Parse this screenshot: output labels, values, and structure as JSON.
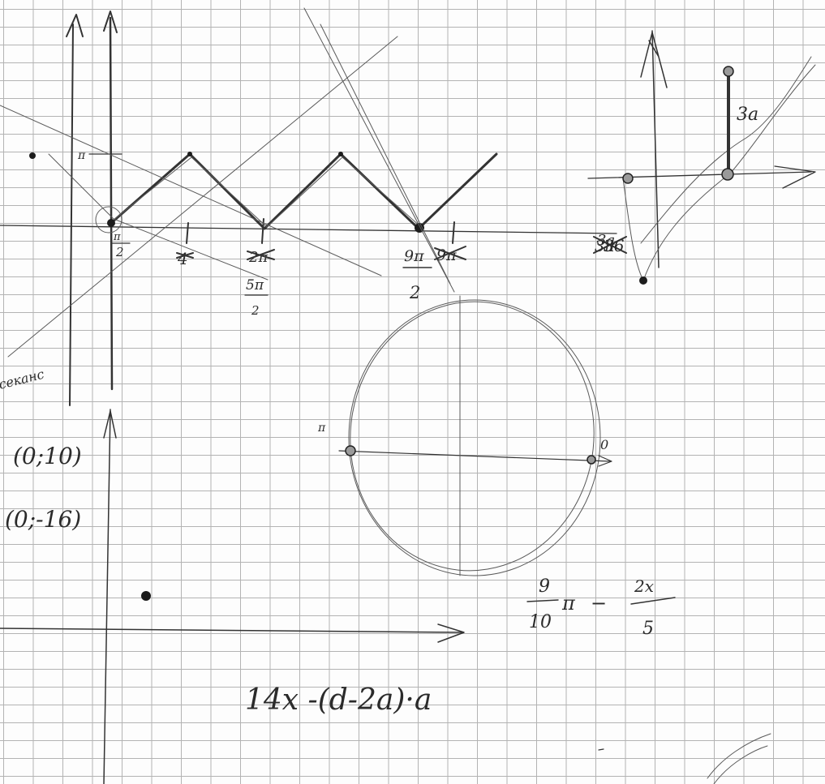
{
  "sheet": {
    "left_graph": {
      "y_tick": "π",
      "x_ticks": [
        {
          "num": "π",
          "den": "2"
        },
        {
          "num": "5π",
          "den": "2"
        },
        {
          "num": "9π",
          "den": "2"
        }
      ],
      "struck_labels": [
        "4",
        "2π",
        "9π",
        "3π"
      ],
      "margin_word": "секанс"
    },
    "points": [
      "(0;10)",
      "(0;-16)"
    ],
    "unit_circle": {
      "left_label": "π",
      "right_label": "0"
    },
    "expressions": {
      "fraction_left": {
        "num": "9",
        "den": "10"
      },
      "pi_symbol": "π",
      "minus": "−",
      "fraction_right": {
        "num": "2x",
        "den": "5"
      },
      "bottom": "14x -(d-2a)·a"
    },
    "right_graph": {
      "labels": [
        "3a",
        "36",
        "3a"
      ]
    }
  }
}
